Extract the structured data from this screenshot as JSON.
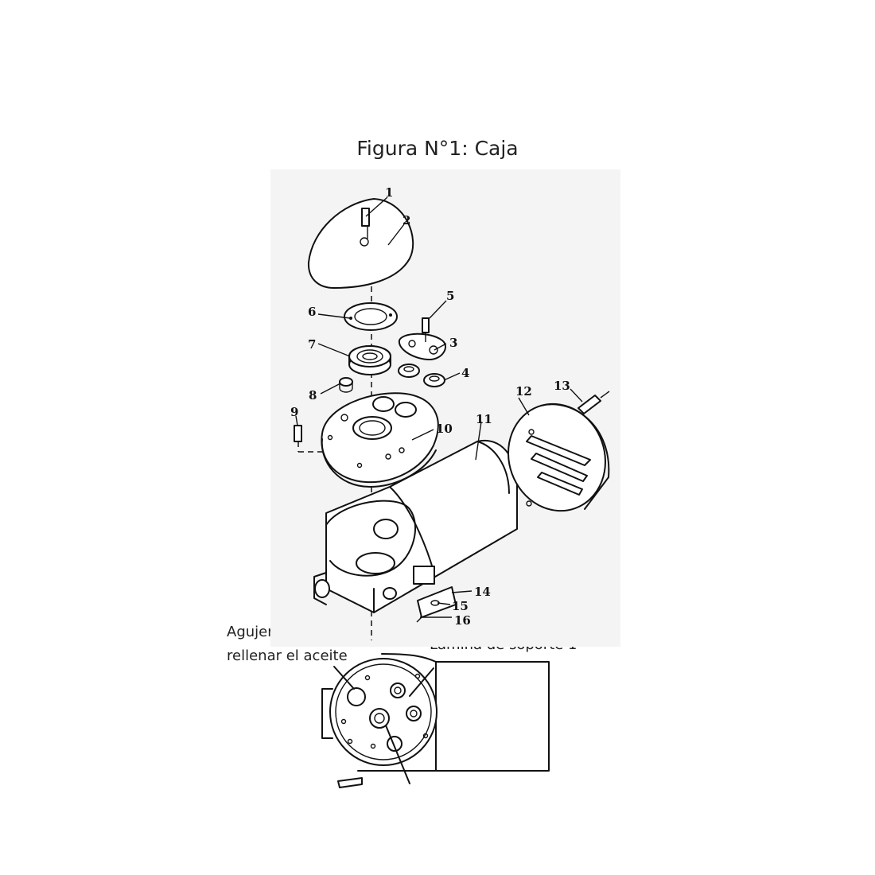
{
  "figure": {
    "title": "Figura N°1: Caja"
  },
  "part_labels": [
    "1",
    "2",
    "3",
    "4",
    "5",
    "6",
    "7",
    "8",
    "9",
    "10",
    "11",
    "12",
    "13",
    "14",
    "15",
    "16"
  ],
  "annotations": {
    "oil_hole_line1": "Agujero para",
    "oil_hole_line2": "rellenar el aceite",
    "support_plate": "Lámina de soporte 1"
  }
}
